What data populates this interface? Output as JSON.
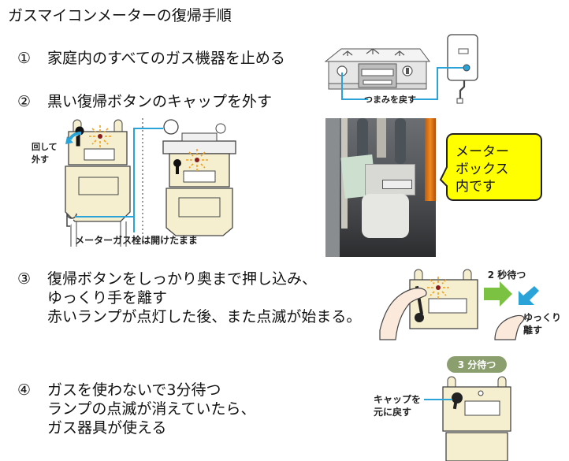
{
  "title": "ガスマイコンメーターの復帰手順",
  "steps": [
    {
      "number": "①",
      "lines": [
        "家庭内のすべてのガス機器を止める"
      ]
    },
    {
      "number": "②",
      "lines": [
        "黒い復帰ボタンのキャップを外す"
      ]
    },
    {
      "number": "③",
      "lines": [
        "復帰ボタンをしっかり奥まで押し込み、",
        "ゆっくり手を離す",
        "赤いランプが点灯した後、また点滅が始まる。"
      ]
    },
    {
      "number": "④",
      "lines": [
        "ガスを使わないで3分待つ",
        "ランプの点滅が消えていたら、",
        "ガス器具が使える"
      ]
    }
  ],
  "illustrations": {
    "step1": {
      "label": "つまみを戻す"
    },
    "step2": {
      "label_turn": [
        "回して",
        "外す"
      ],
      "label_valve": "メーターガス栓は開けたまま"
    },
    "photo": {
      "bubble": [
        "メーター",
        "ボックス",
        "内です"
      ]
    },
    "step3": {
      "label_wait": "2 秒待つ",
      "label_release": [
        "ゆっくり",
        "離す"
      ]
    },
    "step4": {
      "badge": "3 分待つ",
      "label_cap": [
        "キャップを",
        "元に戻す"
      ]
    }
  },
  "colors": {
    "accent_blue": "#2aa3d8",
    "meter_body": "#f5efcf",
    "flash_orange": "#f2a11e",
    "lamp_red": "#8b1c1c",
    "arrow_green": "#7cc242",
    "badge_green": "#8a9e6e",
    "bubble_yellow": "#ffff00"
  }
}
